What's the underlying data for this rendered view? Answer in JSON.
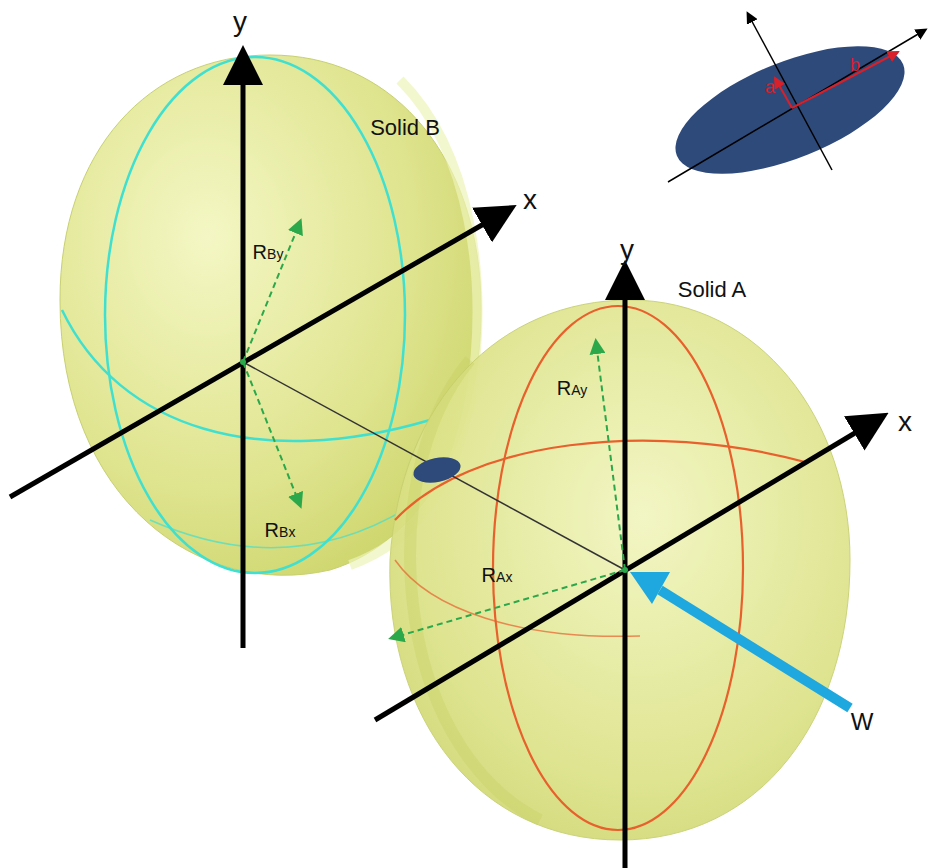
{
  "diagram": {
    "labels": [
      "y",
      "x",
      "Solid B",
      "RBy",
      "RBx",
      "y",
      "x",
      "Solid A",
      "RAy",
      "RAx",
      "W",
      "a",
      "b"
    ]
  }
}
